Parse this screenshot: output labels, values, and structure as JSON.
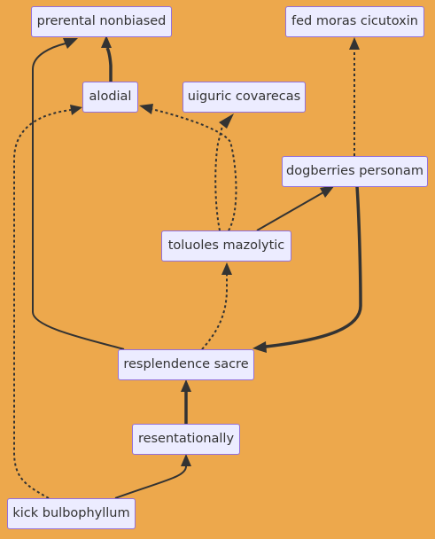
{
  "diagram": {
    "nodes": {
      "prerental": "prerental nonbiased",
      "fed": "fed moras cicutoxin",
      "alodial": "alodial",
      "uiguric": "uiguric covarecas",
      "dogberries": "dogberries personam",
      "toluoles": "toluoles mazolytic",
      "resplendence": "resplendence sacre",
      "resentationally": "resentationally",
      "kick": "kick bulbophyllum"
    },
    "edges": [
      {
        "from": "alodial",
        "to": "prerental",
        "style": "thick"
      },
      {
        "from": "resplendence",
        "to": "prerental",
        "style": "solid"
      },
      {
        "from": "dogberries",
        "to": "fed",
        "style": "dotted"
      },
      {
        "from": "toluoles",
        "to": "alodial",
        "style": "dotted"
      },
      {
        "from": "toluoles",
        "to": "uiguric",
        "style": "dotted"
      },
      {
        "from": "toluoles",
        "to": "dogberries",
        "style": "solid"
      },
      {
        "from": "dogberries",
        "to": "resplendence",
        "style": "thick"
      },
      {
        "from": "resplendence",
        "to": "toluoles",
        "style": "dotted"
      },
      {
        "from": "resentationally",
        "to": "resplendence",
        "style": "thick"
      },
      {
        "from": "kick",
        "to": "resentationally",
        "style": "solid"
      },
      {
        "from": "kick",
        "to": "alodial",
        "style": "dotted"
      }
    ]
  }
}
